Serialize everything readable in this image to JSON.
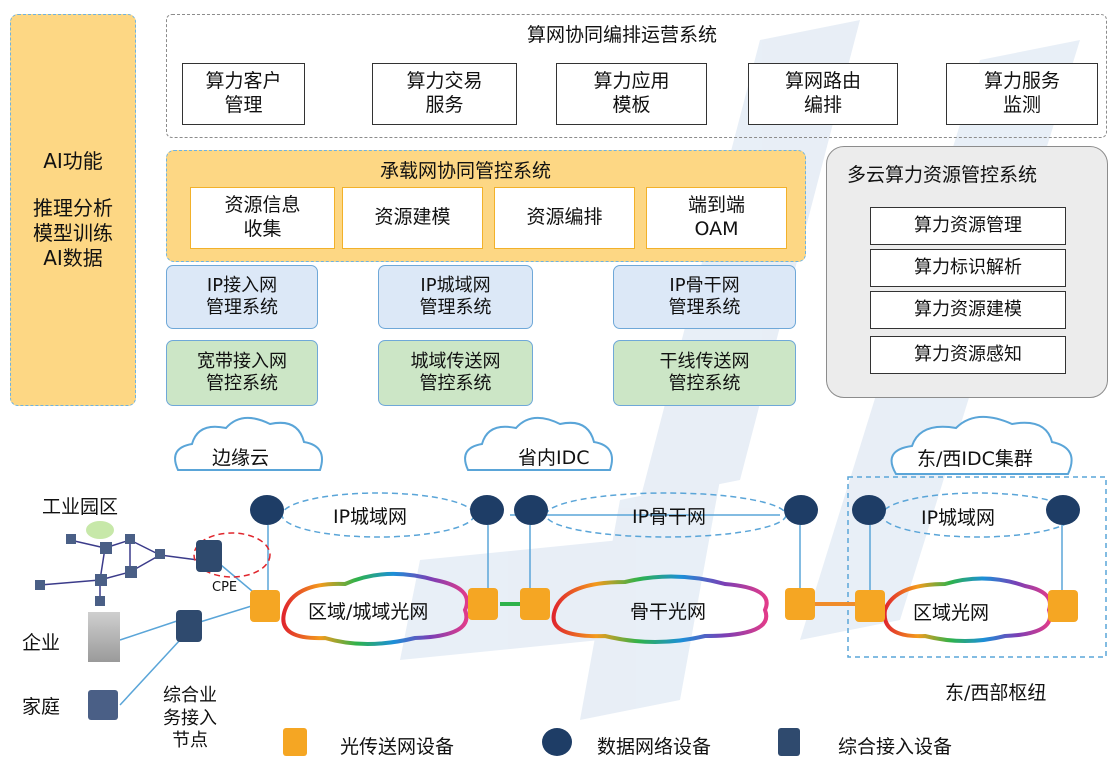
{
  "ai_panel": {
    "title": "AI功能",
    "lines": [
      "推理分析",
      "模型训练",
      "AI数据"
    ]
  },
  "orchestration": {
    "title": "算网协同编排运营系统",
    "items": [
      "算力客户\n管理",
      "算力交易\n服务",
      "算力应用\n模板",
      "算网路由\n编排",
      "算力服务\n监测"
    ]
  },
  "bearer_network": {
    "title": "承载网协同管控系统",
    "items": [
      "资源信息\n收集",
      "资源建模",
      "资源编排",
      "端到端\nOAM"
    ]
  },
  "ip_mgmt": [
    "IP接入网\n管理系统",
    "IP城域网\n管理系统",
    "IP骨干网\n管理系统"
  ],
  "transport_mgmt": [
    "宽带接入网\n管控系统",
    "城域传送网\n管控系统",
    "干线传送网\n管控系统"
  ],
  "multicloud": {
    "title": "多云算力资源管控系统",
    "items": [
      "算力资源管理",
      "算力标识解析",
      "算力资源建模",
      "算力资源感知"
    ]
  },
  "clouds": [
    "边缘云",
    "省内IDC",
    "东/西IDC集群"
  ],
  "ip_networks": [
    "IP城域网",
    "IP骨干网",
    "IP城域网"
  ],
  "optical_networks": [
    "区域/城域光网",
    "骨干光网",
    "区域光网"
  ],
  "left_labels": {
    "park": "工业园区",
    "cpe": "CPE",
    "enterprise": "企业",
    "home": "家庭",
    "node": "综合业\n务接入\n节点"
  },
  "hub_label": "东/西部枢纽",
  "legend": [
    "光传送网设备",
    "数据网络设备",
    "综合接入设备"
  ],
  "colors": {
    "orange_device": "#f5a623",
    "router": "#1e3d66",
    "access_device": "#2f4a6e",
    "link": "#5aa5d8",
    "ring_orange": "#f08c2a"
  }
}
